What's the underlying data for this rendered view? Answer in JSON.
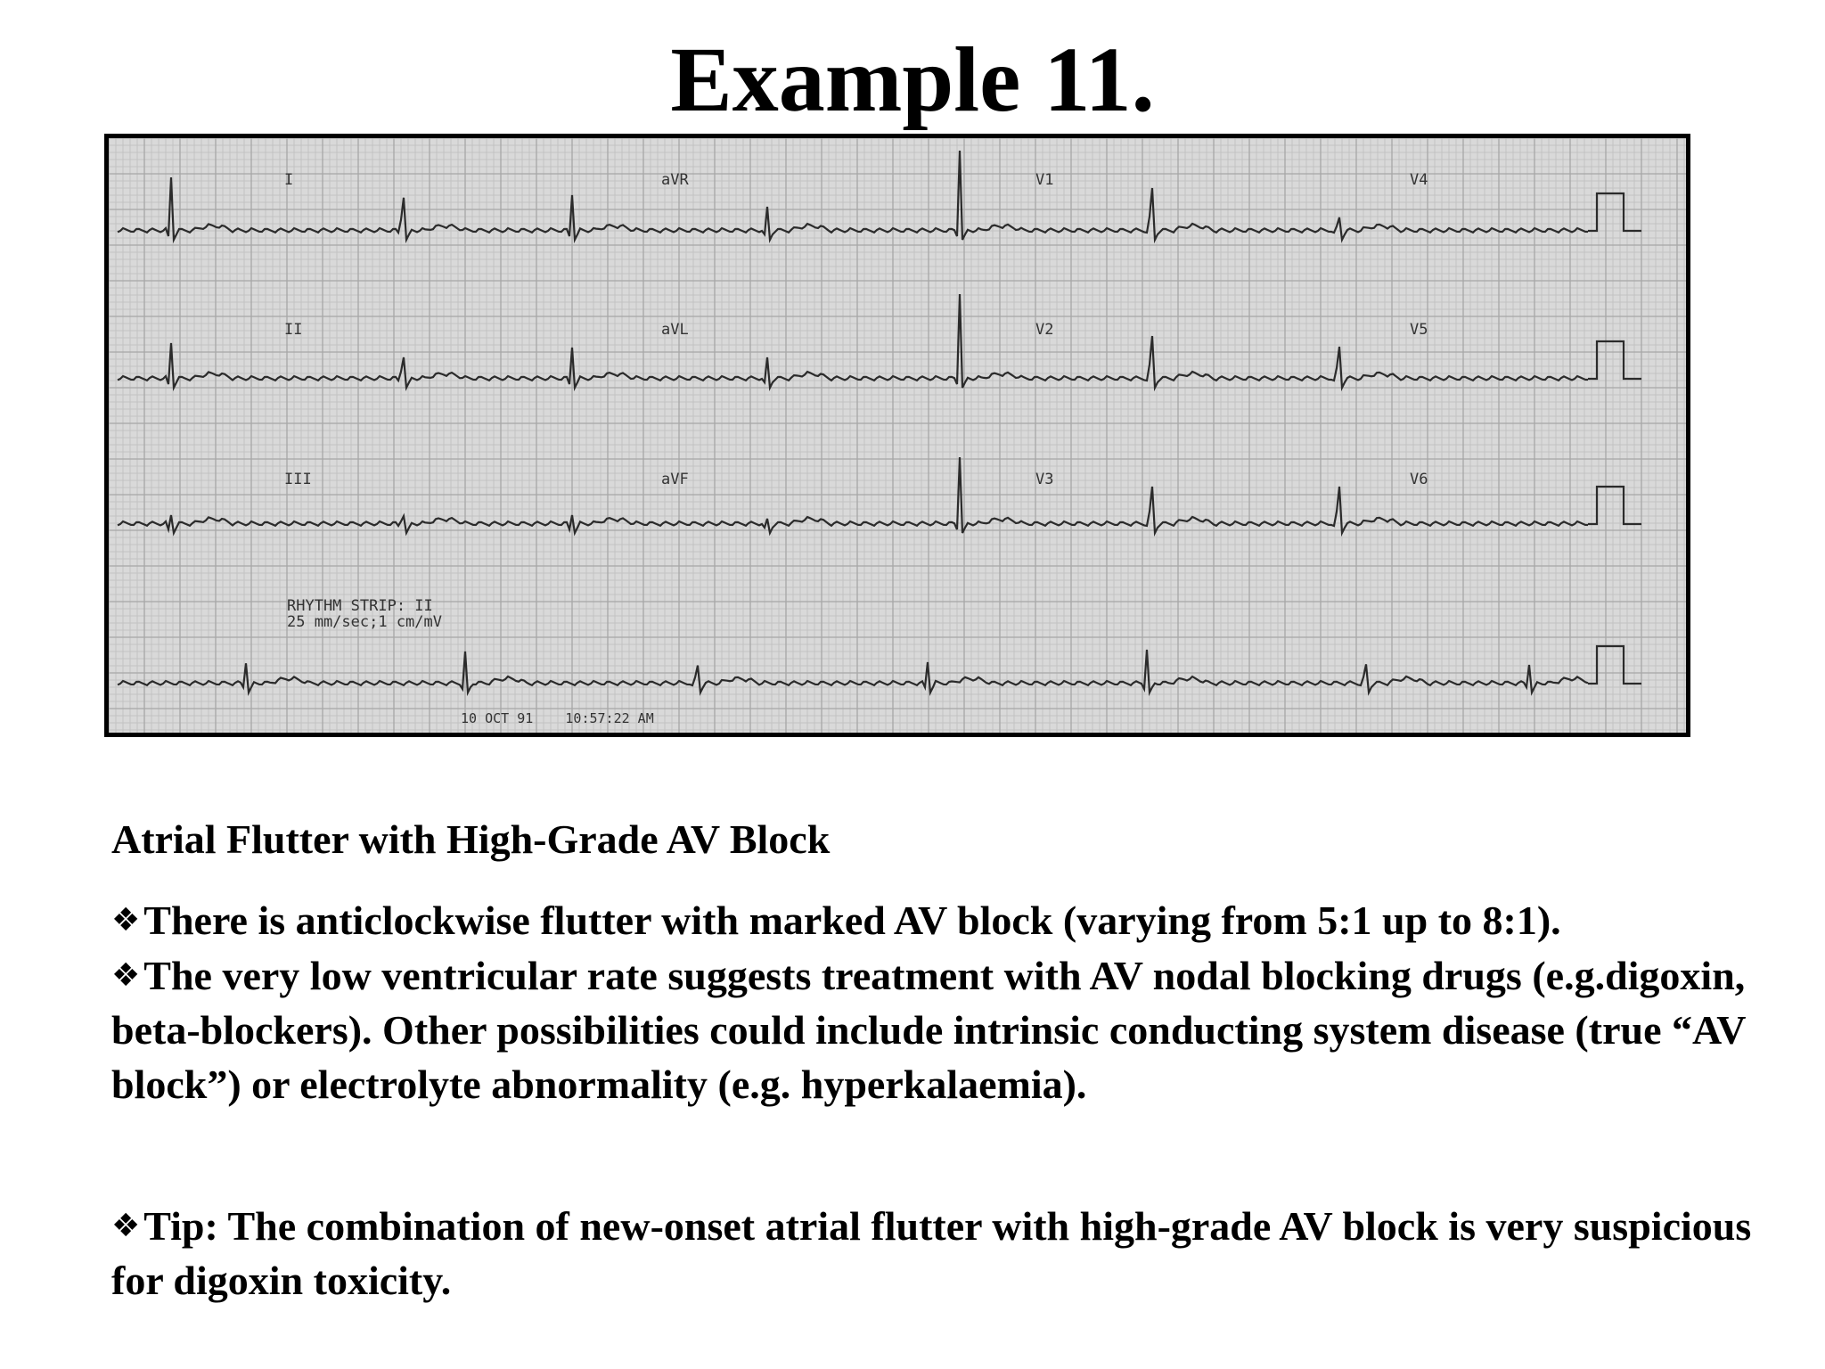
{
  "slide": {
    "title": "Example 11.",
    "diagnosis": "Atrial Flutter with High-Grade AV Block",
    "bullet_symbol": "❖",
    "points": [
      "There is anticlockwise flutter with marked AV block (varying from 5:1 up to 8:1).",
      "The very low ventricular rate suggests treatment with AV nodal blocking drugs (e.g.digoxin, beta-blockers). Other possibilities could include intrinsic conducting system disease (true “AV block”) or electrolyte abnormality (e.g. hyperkalaemia).",
      "Tip: The combination of new-onset atrial flutter with high-grade AV block is very suspicious for digoxin toxicity."
    ]
  },
  "ecg": {
    "leads": [
      "I",
      "aVR",
      "V1",
      "V4",
      "II",
      "aVL",
      "V2",
      "V5",
      "III",
      "aVF",
      "V3",
      "V6"
    ],
    "rhythm_strip_label": "RHYTHM STRIP: II",
    "settings": "25 mm/sec;1 cm/mV",
    "timestamp": "10 OCT 91    10:57:22 AM",
    "colors": {
      "paper": "#d9d9d9",
      "grid_minor": "#c2c2c2",
      "grid_major": "#a6a6a6",
      "trace": "#2b2b2b"
    }
  }
}
